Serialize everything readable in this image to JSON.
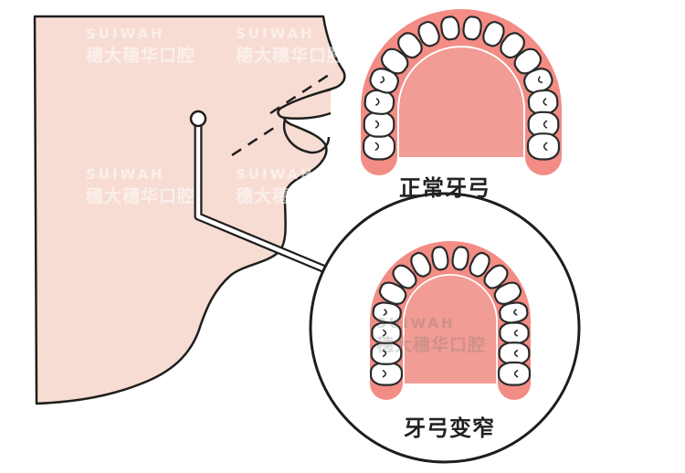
{
  "labels": {
    "normal_arch": "正常牙弓",
    "narrow_arch": "牙弓变窄"
  },
  "watermark": {
    "brand_en": "SUIWAH",
    "brand_cn": "穗大穗华口腔"
  },
  "colors": {
    "skin": "#f7dcd3",
    "skin_outline": "#1e1e1e",
    "gum": "#f28c84",
    "palate": "#f19c94",
    "tooth": "#ffffff",
    "outline": "#2a2a2a",
    "label_text": "#222222"
  }
}
